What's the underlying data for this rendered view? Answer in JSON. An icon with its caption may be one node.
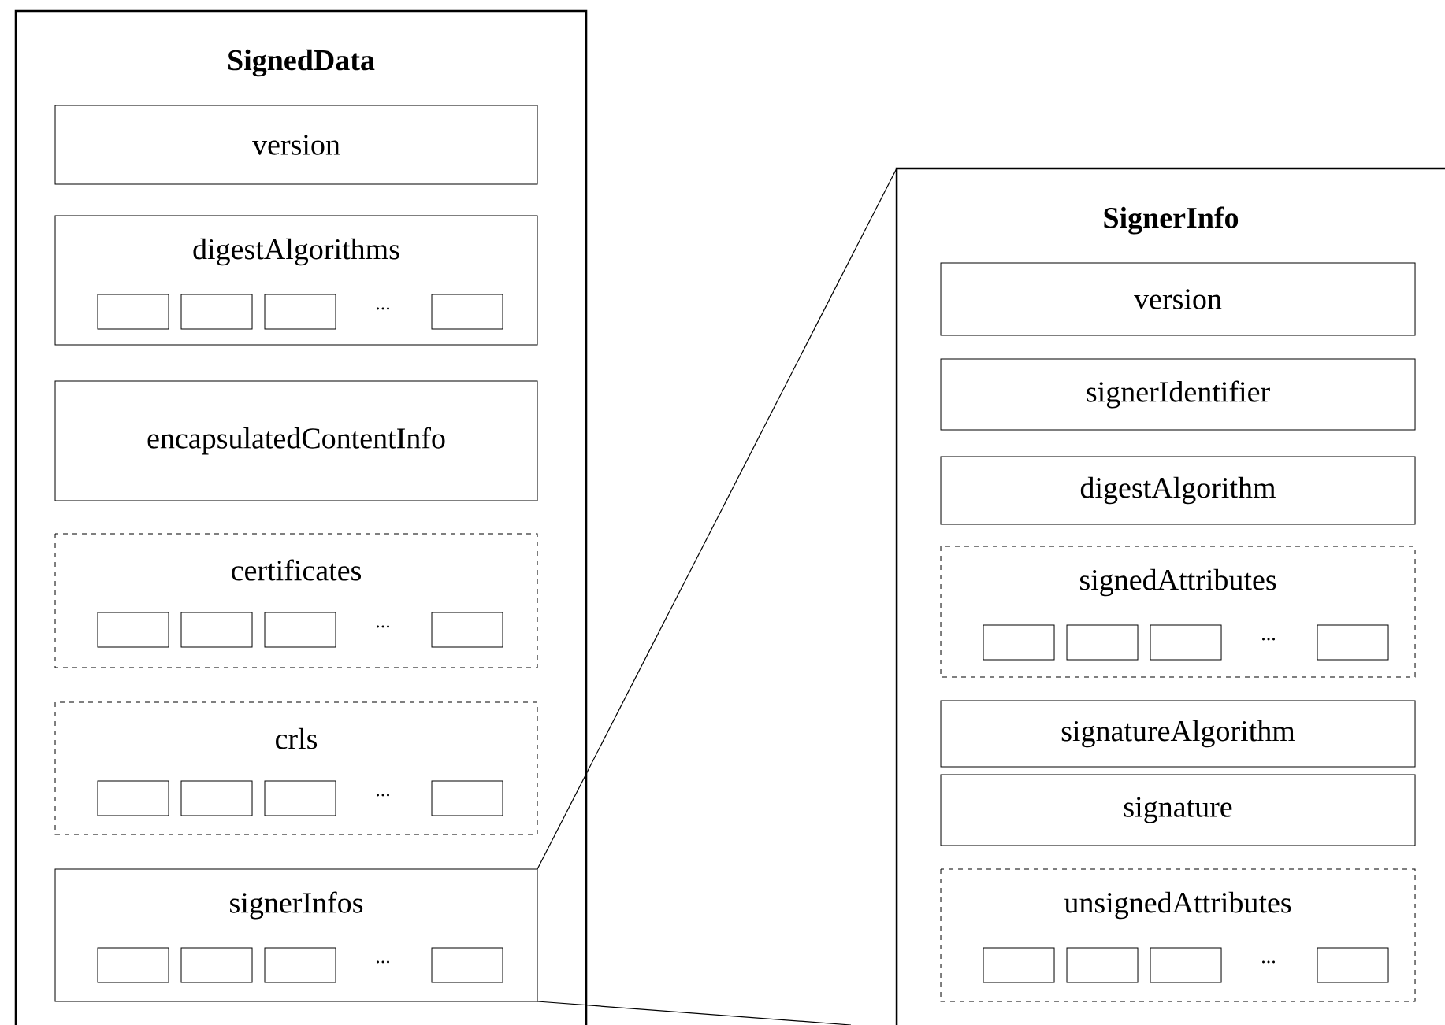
{
  "diagram": {
    "nodes": [
      {
        "text": [
          "SignedData"
        ]
      },
      {
        "text": [
          "version"
        ],
        "in": 0
      },
      {
        "text": [
          "digestAlgorithms",
          "..."
        ],
        "in": 0
      },
      {
        "text": [],
        "shape": "box",
        "in": 2
      },
      {
        "text": [],
        "shape": "box",
        "in": 2
      },
      {
        "text": [],
        "shape": "box",
        "in": 2
      },
      {
        "text": [],
        "shape": "box",
        "in": 2
      },
      {
        "text": [
          "encapsulatedContentInfo"
        ],
        "in": 0
      },
      {
        "text": [
          "certificates",
          "..."
        ],
        "in": 0
      },
      {
        "text": [],
        "shape": "box",
        "in": 8
      },
      {
        "text": [],
        "shape": "box",
        "in": 8
      },
      {
        "text": [],
        "shape": "box",
        "in": 8
      },
      {
        "text": [],
        "shape": "box",
        "in": 8
      },
      {
        "text": [
          "crls",
          "..."
        ],
        "in": 0
      },
      {
        "text": [],
        "shape": "box",
        "in": 13
      },
      {
        "text": [],
        "shape": "box",
        "in": 13
      },
      {
        "text": [],
        "shape": "box",
        "in": 13
      },
      {
        "text": [],
        "shape": "box",
        "in": 13
      },
      {
        "text": [
          "signerInfos",
          "..."
        ],
        "in": 0
      },
      {
        "text": [],
        "shape": "box",
        "in": 18
      },
      {
        "text": [],
        "shape": "box",
        "in": 18
      },
      {
        "text": [],
        "shape": "box",
        "in": 18
      },
      {
        "text": [],
        "shape": "box",
        "in": 18
      },
      {
        "text": [
          "SignerInfo"
        ]
      },
      {
        "text": [
          "version"
        ],
        "in": 23
      },
      {
        "text": [
          "signerIdentifier"
        ],
        "in": 23
      },
      {
        "text": [
          "digestAlgorithm"
        ],
        "in": 23
      },
      {
        "text": [
          "signedAttributes",
          "..."
        ],
        "in": 23
      },
      {
        "text": [],
        "shape": "box",
        "in": 27
      },
      {
        "text": [],
        "shape": "box",
        "in": 27
      },
      {
        "text": [],
        "shape": "box",
        "in": 27
      },
      {
        "text": [],
        "shape": "box",
        "in": 27
      },
      {
        "text": [
          "signatureAlgorithm"
        ],
        "in": 23
      },
      {
        "text": [
          "signature"
        ],
        "in": 23
      },
      {
        "text": [
          "unsignedAttributes",
          "..."
        ],
        "in": 23
      },
      {
        "text": [],
        "shape": "box",
        "in": 34
      },
      {
        "text": [],
        "shape": "box",
        "in": 34
      },
      {
        "text": [],
        "shape": "box",
        "in": 34
      },
      {
        "text": [],
        "shape": "box",
        "in": 34
      }
    ],
    "edges": [
      {
        "from": 18,
        "to": 23,
        "arrow": "none"
      },
      {
        "from": 18,
        "to": 23,
        "arrow": "none"
      }
    ]
  }
}
